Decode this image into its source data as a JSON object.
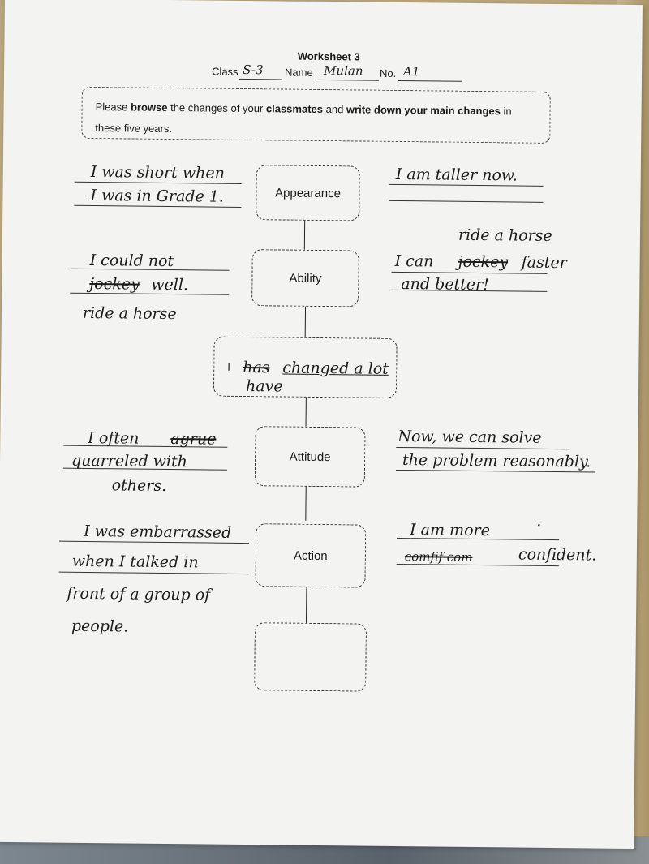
{
  "worksheet": {
    "title": "Worksheet 3",
    "class_label": "Class",
    "class_value": "S-3",
    "name_label": "Name",
    "name_value": "Mulan",
    "no_label": "No.",
    "no_value": "A1"
  },
  "instruction": {
    "part1": "Please ",
    "bold1": "browse",
    "part2": " the changes of your ",
    "bold2": "classmates",
    "part3": " and ",
    "bold3": "write down your main changes",
    "part4": " in these five years."
  },
  "boxes": {
    "appearance": "Appearance",
    "ability": "Ability",
    "center_prefix": "I",
    "center_struck": "has",
    "center_text": "changed a lot",
    "center_correction": "have",
    "attitude": "Attitude",
    "action": "Action"
  },
  "answers": {
    "appearance_left_1": "I was short when",
    "appearance_left_2": "I was in Grade 1.",
    "appearance_right_1": "I am taller now.",
    "ability_left_1": "I could not",
    "ability_left_2_struck": "jockey",
    "ability_left_2": "well.",
    "ability_left_3": "ride a horse",
    "ability_right_above": "ride a horse",
    "ability_right_1a": "I can",
    "ability_right_1_struck": "jockey",
    "ability_right_1b": "faster",
    "ability_right_2": "and better!",
    "attitude_left_1a": "I often",
    "attitude_left_1_struck": "agrue",
    "attitude_left_2": "quarreled with",
    "attitude_left_3": "others.",
    "attitude_right_1": "Now, we can solve",
    "attitude_right_2": "the problem reasonably.",
    "action_left_1": "I was embarrassed",
    "action_left_2": "when I talked in",
    "action_left_3": "front of a group of",
    "action_left_4": "people.",
    "action_right_1": "I am more",
    "action_right_dot": "·",
    "action_right_2_struck": "comfif com",
    "action_right_2": "confident."
  }
}
